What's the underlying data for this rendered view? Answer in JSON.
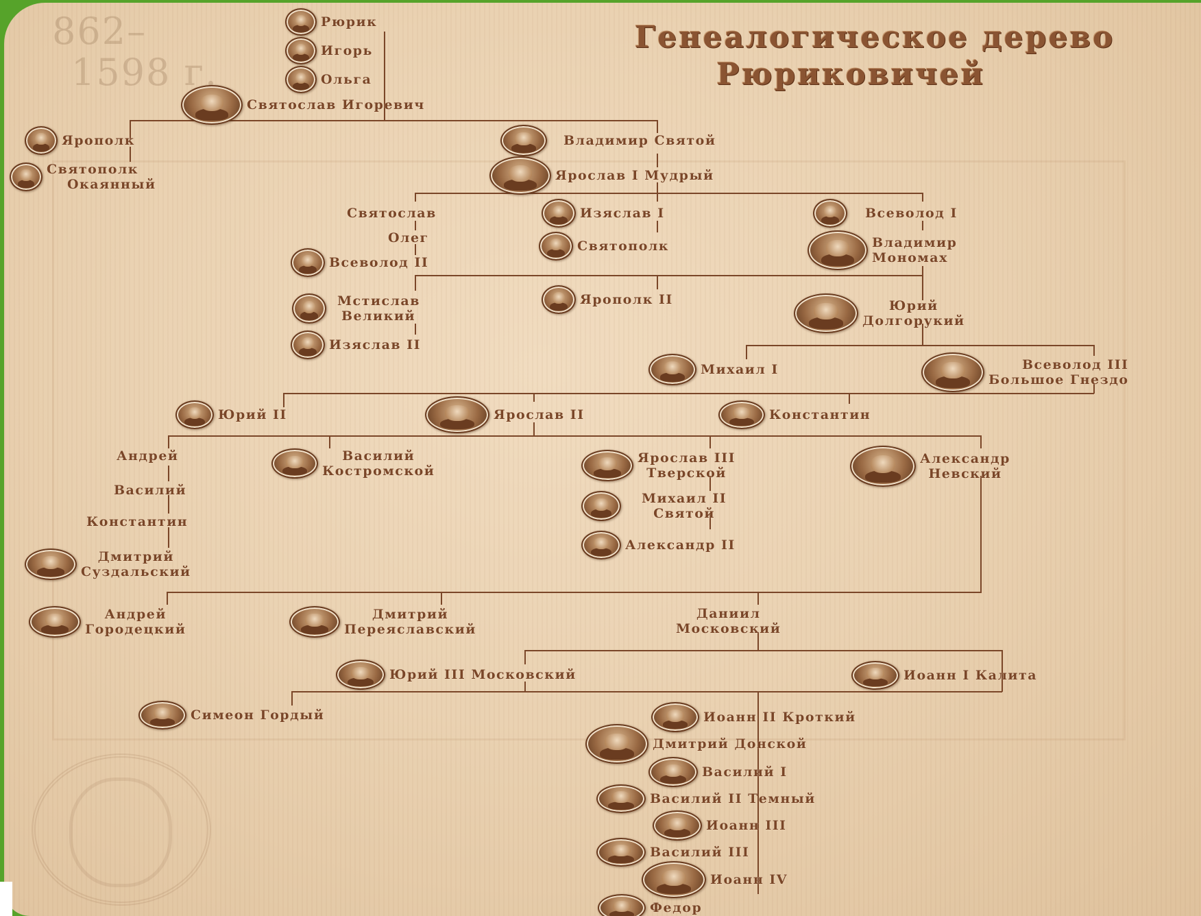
{
  "title": {
    "line1": "Генеалогическое дерево",
    "line2": "Рюриковичей"
  },
  "years": {
    "line1": "862–",
    "line2": "1598 г."
  },
  "nodes": {
    "rurik": "Рюрик",
    "igor": "Игорь",
    "olga": "Ольга",
    "svyatoslav_igorevich": "Святослав Игоревич",
    "yaropolk": "Ярополк",
    "svyatopolk_okayanny_1": "Святополк",
    "svyatopolk_okayanny_2": "Окаянный",
    "vladimir_svyatoy": "Владимир Святой",
    "yaroslav_mudry": "Ярослав I Мудрый",
    "svyatoslav": "Святослав",
    "oleg": "Олег",
    "vsevolod_ii": "Всеволод II",
    "izyaslav_i": "Изяслав I",
    "svyatopolk": "Святополк",
    "vsevolod_i": "Всеволод I",
    "vladimir_monomakh_1": "Владимир",
    "vladimir_monomakh_2": "Мономах",
    "mstislav_veliky_1": "Мстислав",
    "mstislav_veliky_2": "Великий",
    "izyaslav_ii": "Изяслав II",
    "yaropolk_ii": "Ярополк II",
    "yuri_dolgoruky_1": "Юрий",
    "yuri_dolgoruky_2": "Долгорукий",
    "mikhail_i": "Михаил I",
    "vsevolod_iii_1": "Всеволод III",
    "vsevolod_iii_2": "Большое Гнездо",
    "yuri_ii": "Юрий II",
    "yaroslav_ii": "Ярослав II",
    "konstantin": "Константин",
    "andrey": "Андрей",
    "vasily": "Василий",
    "konstantin_2": "Константин",
    "dmitry_suzdalsky_1": "Дмитрий",
    "dmitry_suzdalsky_2": "Суздальский",
    "vasily_kostromskoy_1": "Василий",
    "vasily_kostromskoy_2": "Костромской",
    "yaroslav_iii_1": "Ярослав III",
    "yaroslav_iii_2": "Тверской",
    "mikhail_ii_1": "Михаил II",
    "mikhail_ii_2": "Святой",
    "alexander_ii": "Александр II",
    "alexander_nevsky_1": "Александр",
    "alexander_nevsky_2": "Невский",
    "andrey_gorodetsky_1": "Андрей",
    "andrey_gorodetsky_2": "Городецкий",
    "dmitry_pereyaslavsky_1": "Дмитрий",
    "dmitry_pereyaslavsky_2": "Переяславский",
    "daniil_moskovsky_1": "Даниил",
    "daniil_moskovsky_2": "Московский",
    "yuri_iii": "Юрий III Московский",
    "ivan_kalita": "Иоанн I Калита",
    "simeon_gordy": "Симеон Гордый",
    "ivan_ii": "Иоанн II Кроткий",
    "dmitry_donskoy": "Дмитрий Донской",
    "vasily_i": "Василий I",
    "vasily_ii": "Василий II Темный",
    "ivan_iii": "Иоанн III",
    "vasily_iii": "Василий III",
    "ivan_iv": "Иоанн IV",
    "fedor": "Федор"
  },
  "colors": {
    "frame": "#56a32a",
    "parchment": "#ead2b2",
    "ink": "#7a4628"
  }
}
